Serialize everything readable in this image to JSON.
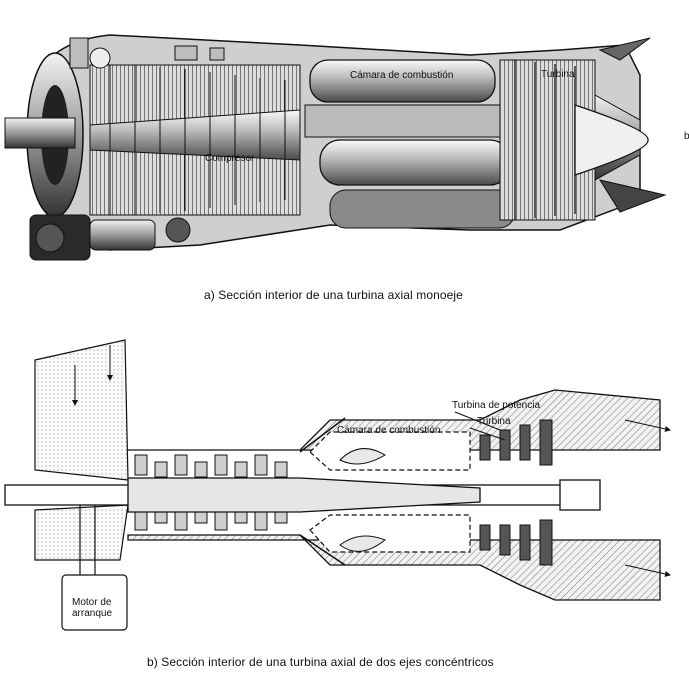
{
  "figure_a": {
    "labels": {
      "combustion_chamber": "Cámara de combustión",
      "turbine": "Turbina",
      "compressor": "Compresor",
      "edge_fragment": "b"
    },
    "caption": "a) Sección interior de una turbina axial monoeje"
  },
  "figure_b": {
    "labels": {
      "combustion_chamber": "Cámara de combustión",
      "power_turbine": "Turbina de potencia",
      "turbine": "Turbina",
      "starter_motor_line1": "Motor de",
      "starter_motor_line2": "arranque"
    },
    "caption": "b) Sección interior de una turbina axial de dos ejes concéntricos"
  },
  "colors": {
    "ink": "#111111",
    "hatch": "#555555",
    "casing_gray": "#9a9a9a",
    "flame": "#e8e8e8"
  }
}
